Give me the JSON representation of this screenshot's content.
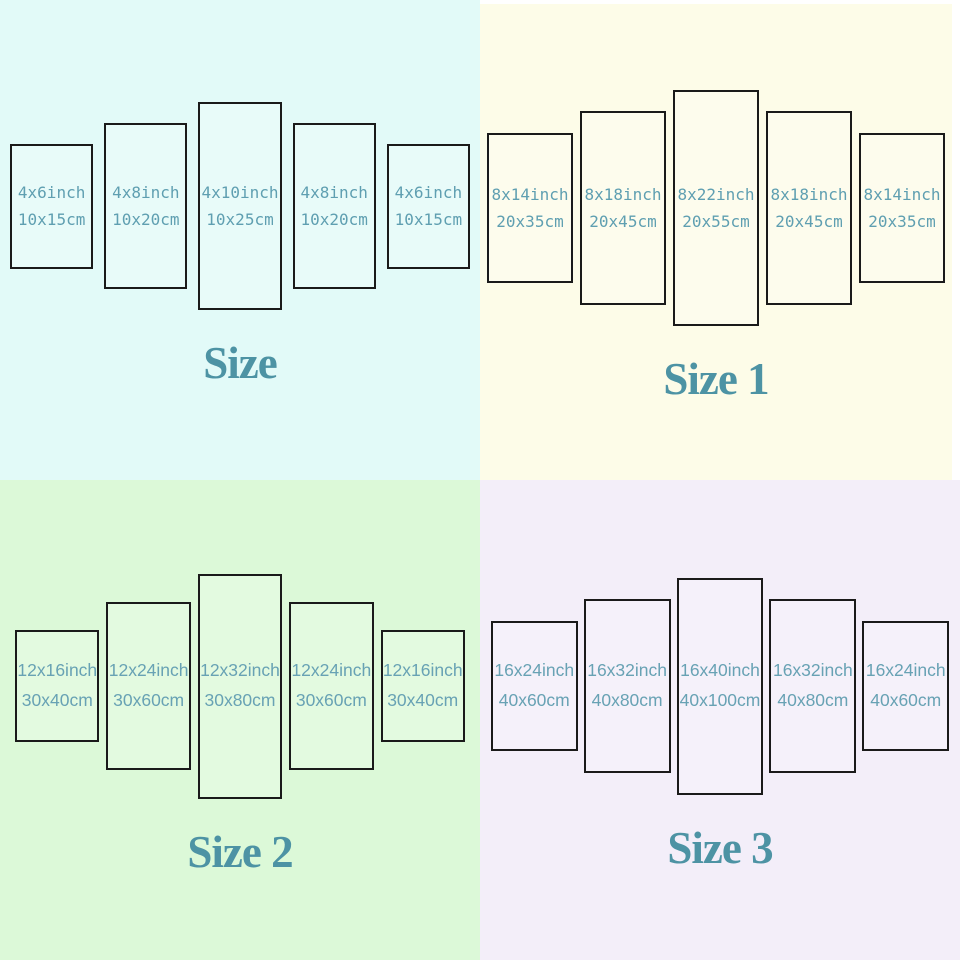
{
  "grid": {
    "colors": {
      "label_text_top": "#5f9fb1",
      "label_text_bottom": "#68a2b4",
      "title_text": "#4d93a4",
      "panel_border": "#1a1a1a",
      "panel_fill_overlay": "rgba(255,255,255,0.22)"
    },
    "quadrants": [
      {
        "title": "Size",
        "background": "#e2faf8",
        "panels": [
          {
            "inch": "4x6inch",
            "cm": "10x15cm",
            "w_in": 4,
            "h_in": 6
          },
          {
            "inch": "4x8inch",
            "cm": "10x20cm",
            "w_in": 4,
            "h_in": 8
          },
          {
            "inch": "4x10inch",
            "cm": "10x25cm",
            "w_in": 4,
            "h_in": 10
          },
          {
            "inch": "4x8inch",
            "cm": "10x20cm",
            "w_in": 4,
            "h_in": 8
          },
          {
            "inch": "4x6inch",
            "cm": "10x15cm",
            "w_in": 4,
            "h_in": 6
          }
        ]
      },
      {
        "title": "Size 1",
        "background": "#fdfce8",
        "panels": [
          {
            "inch": "8x14inch",
            "cm": "20x35cm",
            "w_in": 8,
            "h_in": 14
          },
          {
            "inch": "8x18inch",
            "cm": "20x45cm",
            "w_in": 8,
            "h_in": 18
          },
          {
            "inch": "8x22inch",
            "cm": "20x55cm",
            "w_in": 8,
            "h_in": 22
          },
          {
            "inch": "8x18inch",
            "cm": "20x45cm",
            "w_in": 8,
            "h_in": 18
          },
          {
            "inch": "8x14inch",
            "cm": "20x35cm",
            "w_in": 8,
            "h_in": 14
          }
        ]
      },
      {
        "title": "Size 2",
        "background": "#dcf9d8",
        "panels": [
          {
            "inch": "12x16inch",
            "cm": "30x40cm",
            "w_in": 12,
            "h_in": 16
          },
          {
            "inch": "12x24inch",
            "cm": "30x60cm",
            "w_in": 12,
            "h_in": 24
          },
          {
            "inch": "12x32inch",
            "cm": "30x80cm",
            "w_in": 12,
            "h_in": 32
          },
          {
            "inch": "12x24inch",
            "cm": "30x60cm",
            "w_in": 12,
            "h_in": 24
          },
          {
            "inch": "12x16inch",
            "cm": "30x40cm",
            "w_in": 12,
            "h_in": 16
          }
        ]
      },
      {
        "title": "Size 3",
        "background": "#f3eef9",
        "panels": [
          {
            "inch": "16x24inch",
            "cm": "40x60cm",
            "w_in": 16,
            "h_in": 24
          },
          {
            "inch": "16x32inch",
            "cm": "40x80cm",
            "w_in": 16,
            "h_in": 32
          },
          {
            "inch": "16x40inch",
            "cm": "40x100cm",
            "w_in": 16,
            "h_in": 40
          },
          {
            "inch": "16x32inch",
            "cm": "40x80cm",
            "w_in": 16,
            "h_in": 32
          },
          {
            "inch": "16x24inch",
            "cm": "40x60cm",
            "w_in": 16,
            "h_in": 24
          }
        ]
      }
    ]
  }
}
